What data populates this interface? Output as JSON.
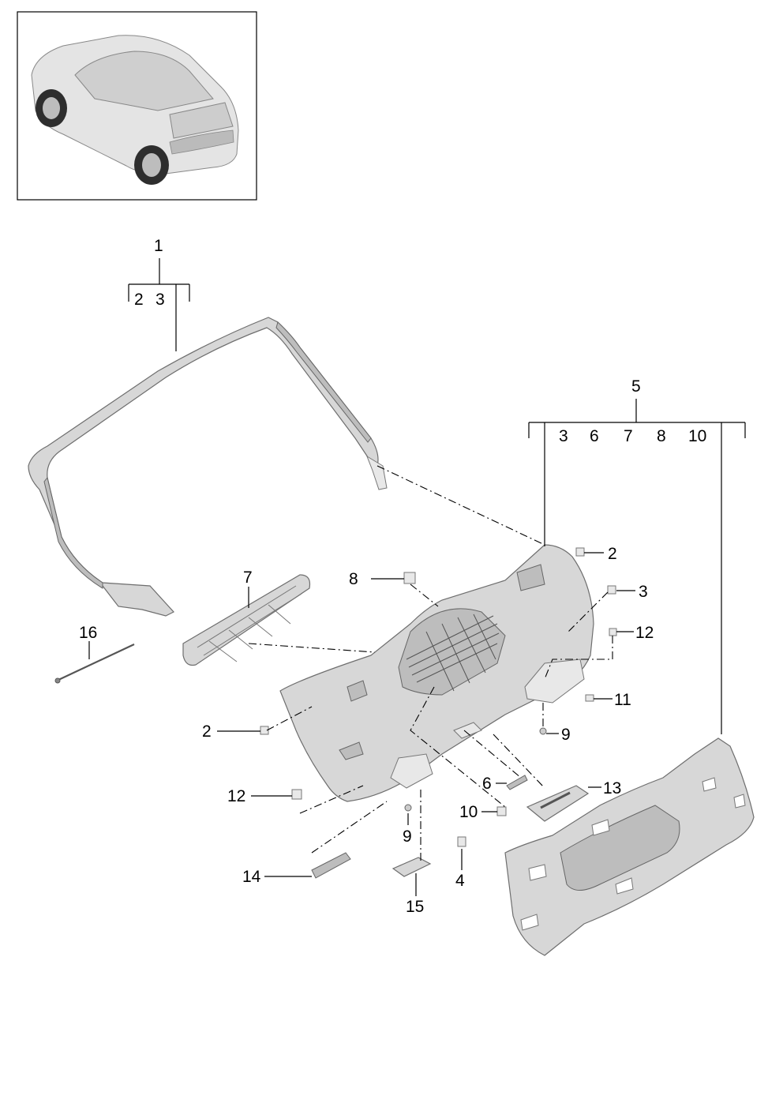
{
  "diagram": {
    "callouts": [
      {
        "id": "c1",
        "text": "1"
      },
      {
        "id": "c1a",
        "text": "2"
      },
      {
        "id": "c1b",
        "text": "3"
      },
      {
        "id": "c5",
        "text": "5"
      },
      {
        "id": "c5a",
        "text": "3"
      },
      {
        "id": "c5b",
        "text": "6"
      },
      {
        "id": "c5c",
        "text": "7"
      },
      {
        "id": "c5d",
        "text": "8"
      },
      {
        "id": "c5e",
        "text": "10"
      },
      {
        "id": "c2r",
        "text": "2"
      },
      {
        "id": "c3r",
        "text": "3"
      },
      {
        "id": "c7",
        "text": "7"
      },
      {
        "id": "c8",
        "text": "8"
      },
      {
        "id": "c12r",
        "text": "12"
      },
      {
        "id": "c16",
        "text": "16"
      },
      {
        "id": "c11",
        "text": "11"
      },
      {
        "id": "c2l",
        "text": "2"
      },
      {
        "id": "c9r",
        "text": "9"
      },
      {
        "id": "c6",
        "text": "6"
      },
      {
        "id": "c13",
        "text": "13"
      },
      {
        "id": "c12l",
        "text": "12"
      },
      {
        "id": "c10",
        "text": "10"
      },
      {
        "id": "c9b",
        "text": "9"
      },
      {
        "id": "c14",
        "text": "14"
      },
      {
        "id": "c4",
        "text": "4"
      },
      {
        "id": "c15",
        "text": "15"
      }
    ]
  }
}
